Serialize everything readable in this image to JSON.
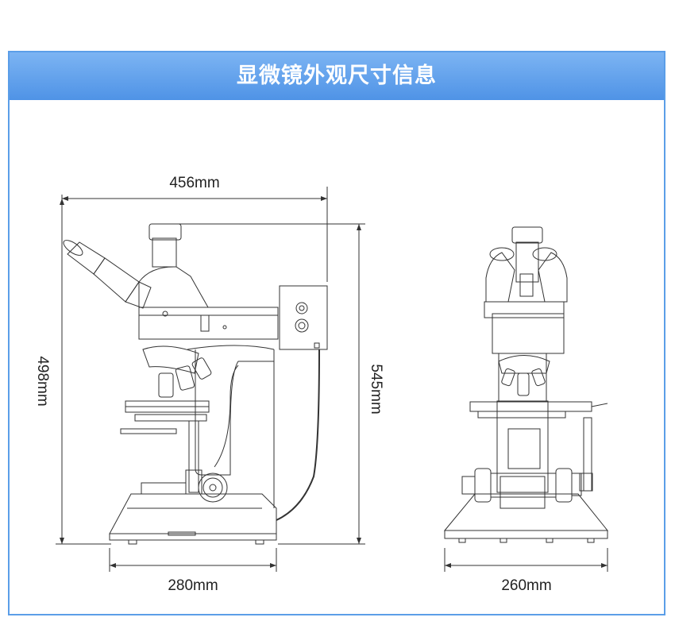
{
  "header": {
    "title": "显微镜外观尺寸信息"
  },
  "dimensions": {
    "side_width": "456mm",
    "side_height": "498mm",
    "total_height": "545mm",
    "side_base_width": "280mm",
    "front_base_width": "260mm"
  },
  "colors": {
    "accent": "#4f93e6",
    "border": "#5b9ee8",
    "line": "#333333"
  }
}
